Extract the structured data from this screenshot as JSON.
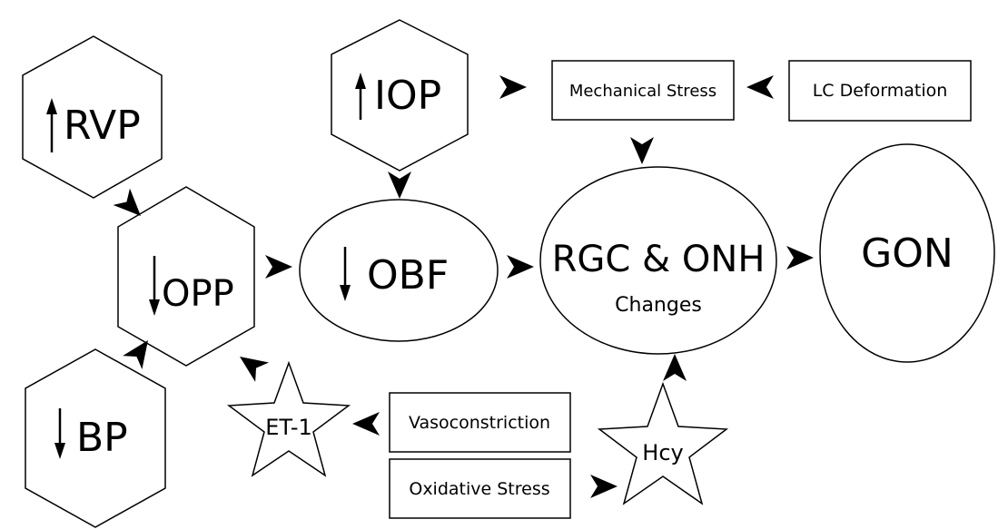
{
  "nodes": {
    "rvp": {
      "label": "RVP",
      "direction": "up"
    },
    "opp": {
      "label": "OPP",
      "direction": "down"
    },
    "bp": {
      "label": "BP",
      "direction": "down"
    },
    "iop": {
      "label": "IOP",
      "direction": "up"
    },
    "obf": {
      "label": "OBF",
      "direction": "down"
    },
    "mechanical_stress": {
      "label": "Mechanical Stress"
    },
    "lc_deformation": {
      "label": "LC Deformation"
    },
    "rgc_onh": {
      "label": "RGC & ONH",
      "sublabel": "Changes"
    },
    "gon": {
      "label": "GON"
    },
    "et1": {
      "label": "ET-1"
    },
    "vasoconstriction": {
      "label": "Vasoconstriction"
    },
    "oxidative_stress": {
      "label": "Oxidative Stress"
    },
    "hcy": {
      "label": "Hcy"
    }
  },
  "edges": [
    {
      "from": "RVP",
      "to": "OPP"
    },
    {
      "from": "BP",
      "to": "OPP"
    },
    {
      "from": "OPP",
      "to": "OBF"
    },
    {
      "from": "IOP",
      "to": "OBF"
    },
    {
      "from": "IOP",
      "to": "Mechanical Stress"
    },
    {
      "from": "LC Deformation",
      "to": "Mechanical Stress"
    },
    {
      "from": "Mechanical Stress",
      "to": "RGC & ONH"
    },
    {
      "from": "OBF",
      "to": "RGC & ONH"
    },
    {
      "from": "RGC & ONH",
      "to": "GON"
    },
    {
      "from": "Vasoconstriction",
      "to": "ET-1"
    },
    {
      "from": "ET-1",
      "to": "OPP"
    },
    {
      "from": "Oxidative Stress",
      "to": "Hcy"
    },
    {
      "from": "Hcy",
      "to": "RGC & ONH"
    }
  ]
}
